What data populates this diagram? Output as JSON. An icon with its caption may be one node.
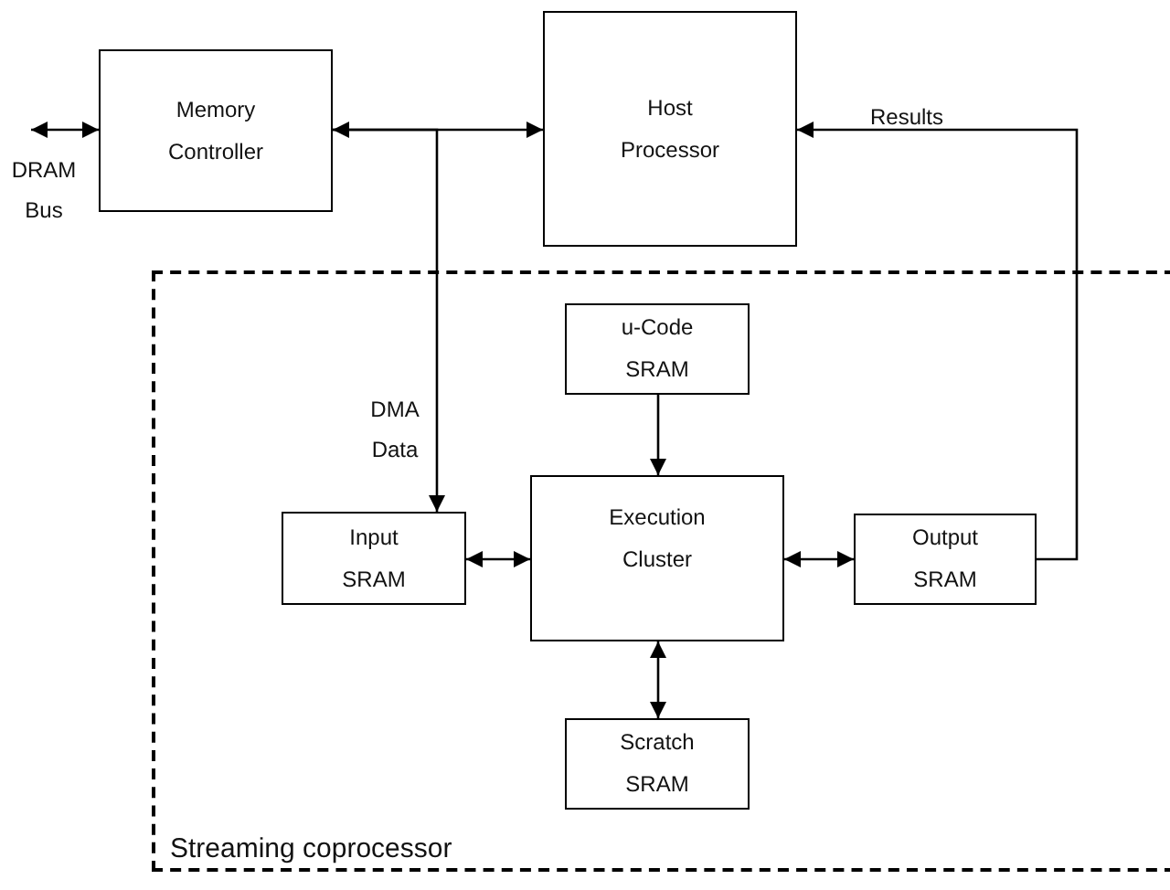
{
  "diagram": {
    "nodes": [
      {
        "text": [
          "Memory Controller"
        ]
      },
      {
        "text": [
          "Host Processor"
        ]
      },
      {
        "text": [
          "Streaming coprocessor"
        ]
      },
      {
        "text": [
          "u-Code SRAM"
        ],
        "in": 2
      },
      {
        "text": [
          "Input SRAM"
        ],
        "in": 2
      },
      {
        "text": [
          "Execution Cluster"
        ],
        "in": 2
      },
      {
        "text": [
          "Output SRAM"
        ],
        "in": 2
      },
      {
        "text": [
          "Scratch SRAM"
        ],
        "in": 2
      }
    ],
    "edges": [
      {
        "from": null,
        "to": 0,
        "arrow": "both",
        "label": "DRAM Bus"
      },
      {
        "from": 0,
        "to": 1,
        "arrow": "both"
      },
      {
        "from": 0,
        "to": 4,
        "arrow": "to",
        "label": "DMA Data"
      },
      {
        "from": 3,
        "to": 5,
        "arrow": "to"
      },
      {
        "from": 4,
        "to": 5,
        "arrow": "both"
      },
      {
        "from": 5,
        "to": 6,
        "arrow": "both"
      },
      {
        "from": 5,
        "to": 7,
        "arrow": "both"
      },
      {
        "from": 6,
        "to": 1,
        "arrow": "to",
        "label": "Results"
      }
    ]
  }
}
